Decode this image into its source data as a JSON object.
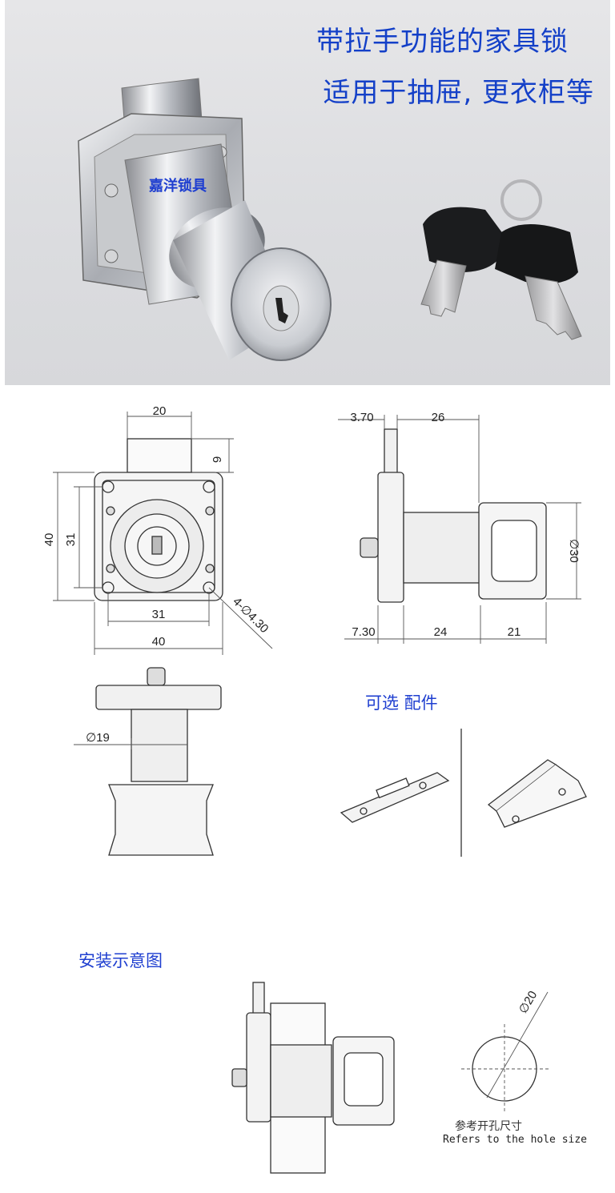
{
  "photo": {
    "headline_line1": "带拉手功能的家具锁",
    "headline_line2": "适用于抽屉, 更衣柜等",
    "brand": "嘉洋锁具"
  },
  "front_view": {
    "dim_top_width": "20",
    "dim_top_height": "9",
    "dim_outer_height": "40",
    "dim_inner_height": "31",
    "dim_inner_width": "31",
    "dim_outer_width": "40",
    "dim_holes": "4-∅4.30"
  },
  "side_view": {
    "dim_bolt": "3.70",
    "dim_depth": "26",
    "dim_plate": "7.30",
    "dim_body": "24",
    "dim_knob": "21",
    "dim_knob_diameter": "∅30"
  },
  "bottom_view": {
    "dim_shaft_diameter": "∅19"
  },
  "accessories": {
    "title": "可选 配件"
  },
  "installation": {
    "title": "安装示意图",
    "hole_diameter": "∅20",
    "note_cn": "参考开孔尺寸",
    "note_en": "Refers to the hole size"
  },
  "colors": {
    "headline": "#1440c8",
    "title": "#1f3fd0"
  }
}
